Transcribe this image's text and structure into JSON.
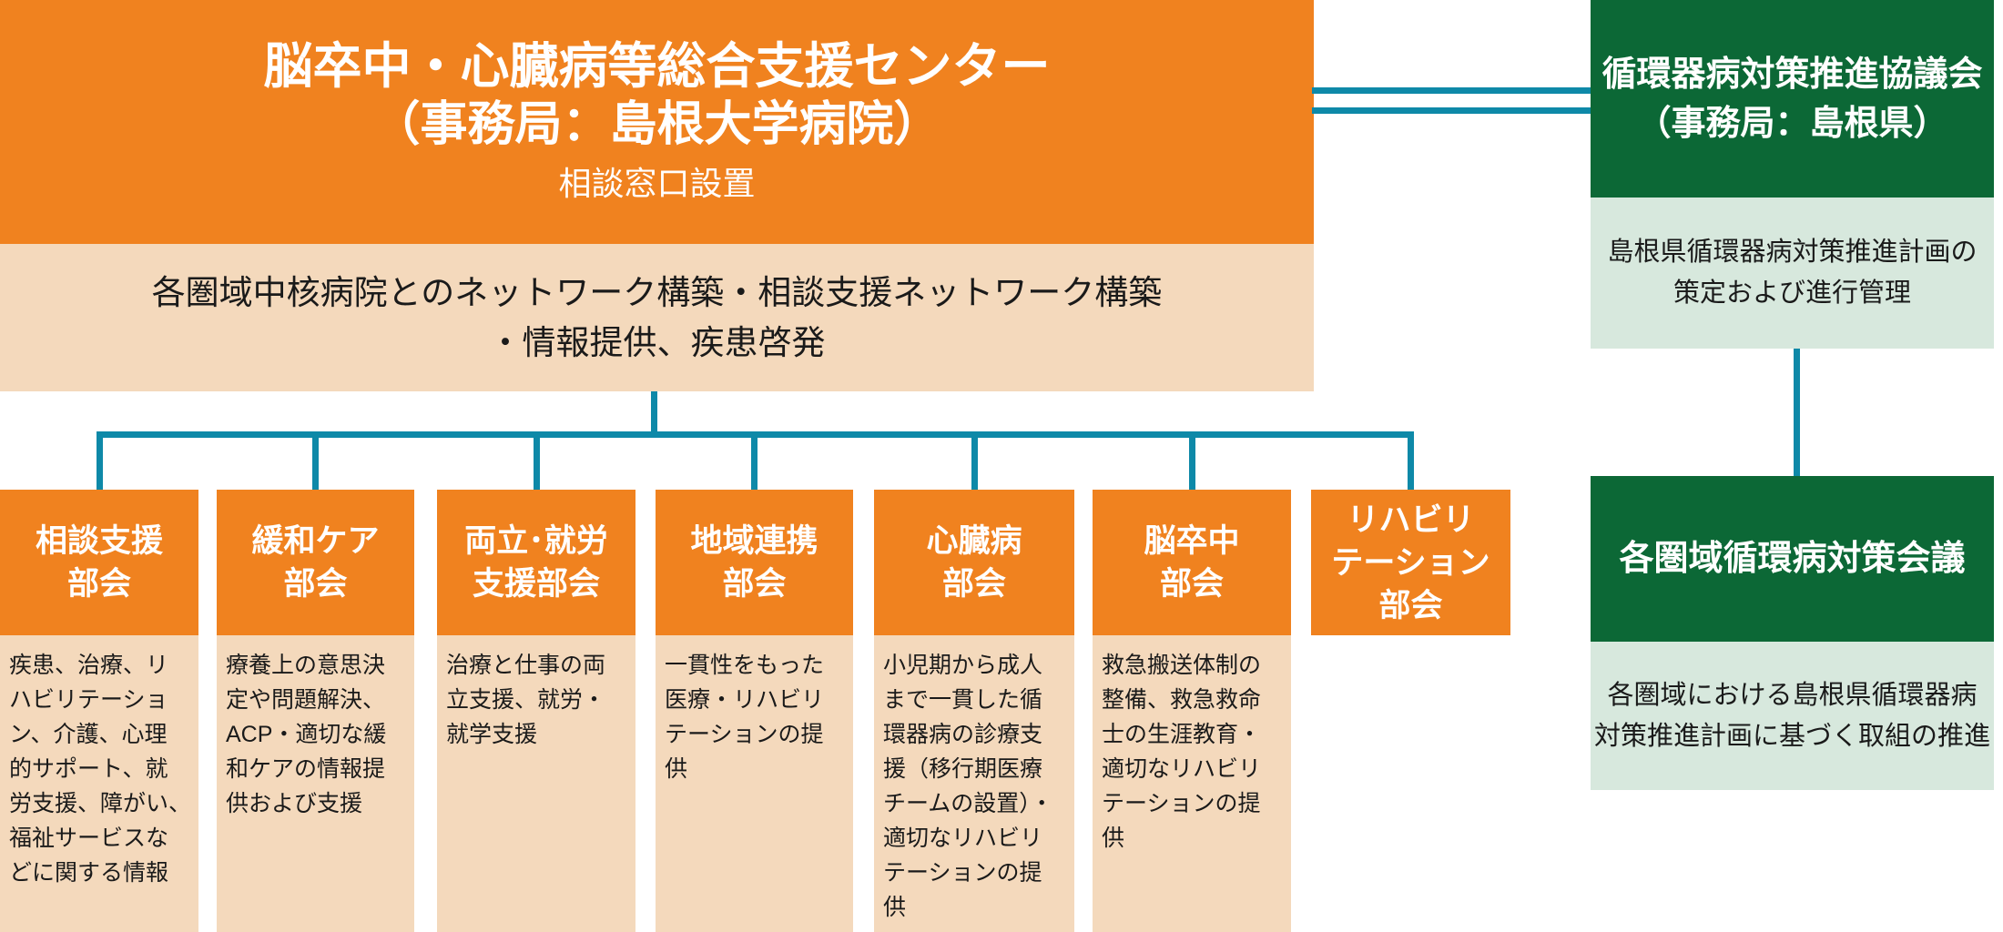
{
  "palette": {
    "orange": "#F0821F",
    "peach": "#F4D9BC",
    "teal": "#0E89A8",
    "dark_green": "#0C6836",
    "light_green": "#D7E8DD",
    "text_dark": "#1A1A1A"
  },
  "center": {
    "title_line1": "脳卒中・心臓病等総合支援センター",
    "title_line2": "（事務局：島根大学病院）",
    "subtitle": "相談窓口設置",
    "network_note": "各圏域中核病院とのネットワーク構築・相談支援ネットワーク構築\n・情報提供、疾患啓発"
  },
  "subcommittees": [
    {
      "name": "相談支援\n部会",
      "description": "疾患、治療、リ\nハビリテーショ\nン、介護、心理\n的サポート、就\n労支援、障がい、\n福祉サービスな\nどに関する情報"
    },
    {
      "name": "緩和ケア\n部会",
      "description": "療養上の意思決\n定や問題解決、\nACP・適切な緩\n和ケアの情報提\n供および支援"
    },
    {
      "name": "両立･就労\n支援部会",
      "description": "治療と仕事の両\n立支援、就労・\n就学支援"
    },
    {
      "name": "地域連携\n部会",
      "description": "一貫性をもった\n医療・リハビリ\nテーションの提\n供"
    },
    {
      "name": "心臓病\n部会",
      "description": "小児期から成人\nまで一貫した循\n環器病の診療支\n援（移行期医療\nチームの設置）・\n適切なリハビリ\nテーションの提\n供"
    },
    {
      "name": "脳卒中\n部会",
      "description": "救急搬送体制の\n整備、救急救命\n士の生涯教育・\n適切なリハビリ\nテーションの提\n供"
    },
    {
      "name": "リハビリ\nテーション\n部会",
      "description": ""
    }
  ],
  "council": {
    "title": "循環器病対策推進協議会\n（事務局：島根県）",
    "role": "島根県循環器病対策推進計画の\n策定および進行管理",
    "regional_title": "各圏域循環病対策会議",
    "regional_role": "各圏域における島根県循環器病\n対策推進計画に基づく取組の推進"
  }
}
